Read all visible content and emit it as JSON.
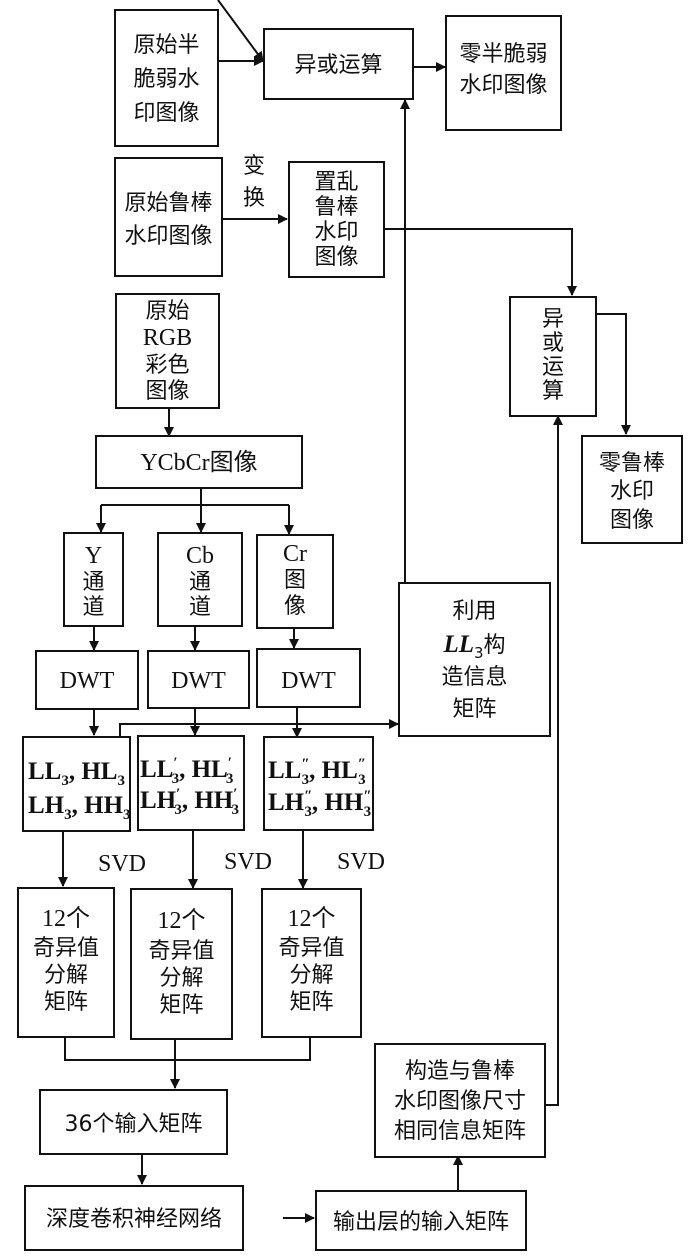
{
  "diagram": {
    "nodes": {
      "semi_fragile_original": {
        "lines": [
          "原始半",
          "脆弱水",
          "印图像"
        ]
      },
      "xor_top": {
        "lines": [
          "异或运算"
        ]
      },
      "zero_semi_fragile": {
        "lines": [
          "零半脆弱",
          "水印图像"
        ]
      },
      "robust_original": {
        "lines": [
          "原始鲁棒",
          "水印图像"
        ]
      },
      "transform_label": {
        "lines": [
          "变",
          "换"
        ]
      },
      "scrambled_robust": {
        "lines": [
          "置乱",
          "鲁棒",
          "水印",
          "图像"
        ]
      },
      "rgb_original": {
        "lines": [
          "原始",
          "RGB",
          "彩色",
          "图像"
        ]
      },
      "ycbcr": {
        "lines": [
          "YCbCr图像"
        ]
      },
      "y_channel": {
        "lines": [
          "Y",
          "通",
          "道"
        ]
      },
      "cb_channel": {
        "lines": [
          "Cb",
          "通",
          "道"
        ]
      },
      "cr_image": {
        "lines": [
          "Cr",
          "图",
          "像"
        ]
      },
      "dwt_y": {
        "lines": [
          "DWT"
        ]
      },
      "dwt_cb": {
        "lines": [
          "DWT"
        ]
      },
      "dwt_cr": {
        "lines": [
          "DWT"
        ]
      },
      "ll3_info": {
        "lines": [
          "利用",
          "LL",
          "3",
          "构",
          "造信息",
          "矩阵"
        ]
      },
      "xor_right": {
        "lines": [
          "异",
          "或",
          "运",
          "算"
        ]
      },
      "zero_robust": {
        "lines": [
          "零鲁棒",
          "水印",
          "图像"
        ]
      },
      "subbands_y": {
        "row1": [
          "LL",
          "3",
          ", HL",
          "3"
        ],
        "row2": [
          "LH",
          "3",
          ", HH",
          "3"
        ]
      },
      "subbands_cb": {
        "row1": [
          "LL",
          "′",
          "3",
          ", HL",
          "′",
          "3"
        ],
        "row2": [
          "LH",
          "′",
          "3",
          ", HH",
          "′",
          "3"
        ]
      },
      "subbands_cr": {
        "row1": [
          "LL",
          "″",
          "3",
          ", HL",
          "″",
          "3"
        ],
        "row2": [
          "LH",
          "″",
          "3",
          ", HH",
          "″",
          "3"
        ]
      },
      "svd_label": "SVD",
      "svd_y": {
        "lines": [
          "12个",
          "奇异值",
          "分解",
          "矩阵"
        ]
      },
      "svd_cb": {
        "lines": [
          "12个",
          "奇异值",
          "分解",
          "矩阵"
        ]
      },
      "svd_cr": {
        "lines": [
          "12个",
          "奇异值",
          "分解",
          "矩阵"
        ]
      },
      "input_36": {
        "lines": [
          "36个输入矩阵"
        ]
      },
      "deep_cnn": {
        "lines": [
          "深度卷积神经网络"
        ]
      },
      "output_layer_input": {
        "lines": [
          "输出层的输入矩阵"
        ]
      },
      "construct_same_size": {
        "lines": [
          "构造与鲁棒",
          "水印图像尺寸",
          "相同信息矩阵"
        ]
      }
    }
  }
}
